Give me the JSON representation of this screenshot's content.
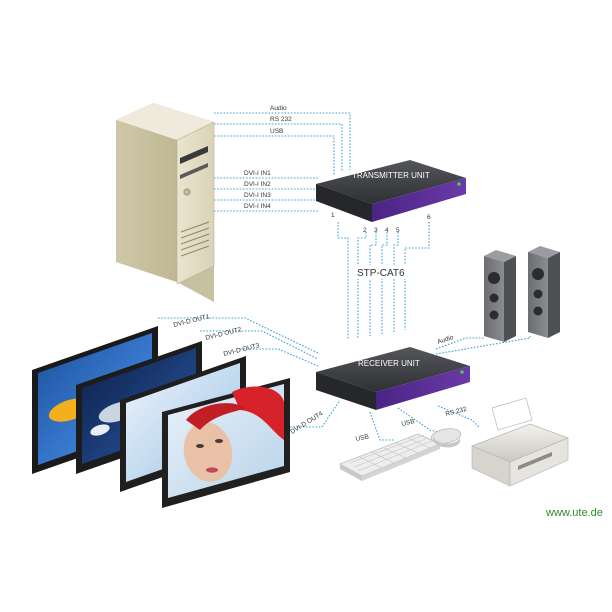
{
  "computer": {
    "outputs": [
      "Audio",
      "RS 232",
      "USB"
    ],
    "dvi_inputs": [
      "DVI-I IN1",
      "DVI-I IN2",
      "DVI-I IN3",
      "DVI-I IN4"
    ]
  },
  "transmitter": {
    "label": "TRANSMITTER UNIT",
    "ports": [
      "1",
      "2",
      "3",
      "4",
      "5",
      "6"
    ]
  },
  "link": {
    "label": "STP-CAT6"
  },
  "receiver": {
    "label": "RECEIVER UNIT"
  },
  "receiver_outputs": {
    "dvi": [
      "DVI-D OUT1",
      "DVI-D OUT2",
      "DVI-D OUT3",
      "DVI-D OUT4"
    ],
    "audio": "Audio",
    "usb_keyboard": "USB",
    "usb_mouse": "USB",
    "rs232": "RS 232"
  },
  "brand": "www.ute.de",
  "colors": {
    "unit_purple": "#5a2d91",
    "unit_body": "#3b3b3f",
    "cable_blue": "#3aa3d6",
    "led_green": "#3cd24b",
    "brand_green": "#2e8b2e"
  }
}
